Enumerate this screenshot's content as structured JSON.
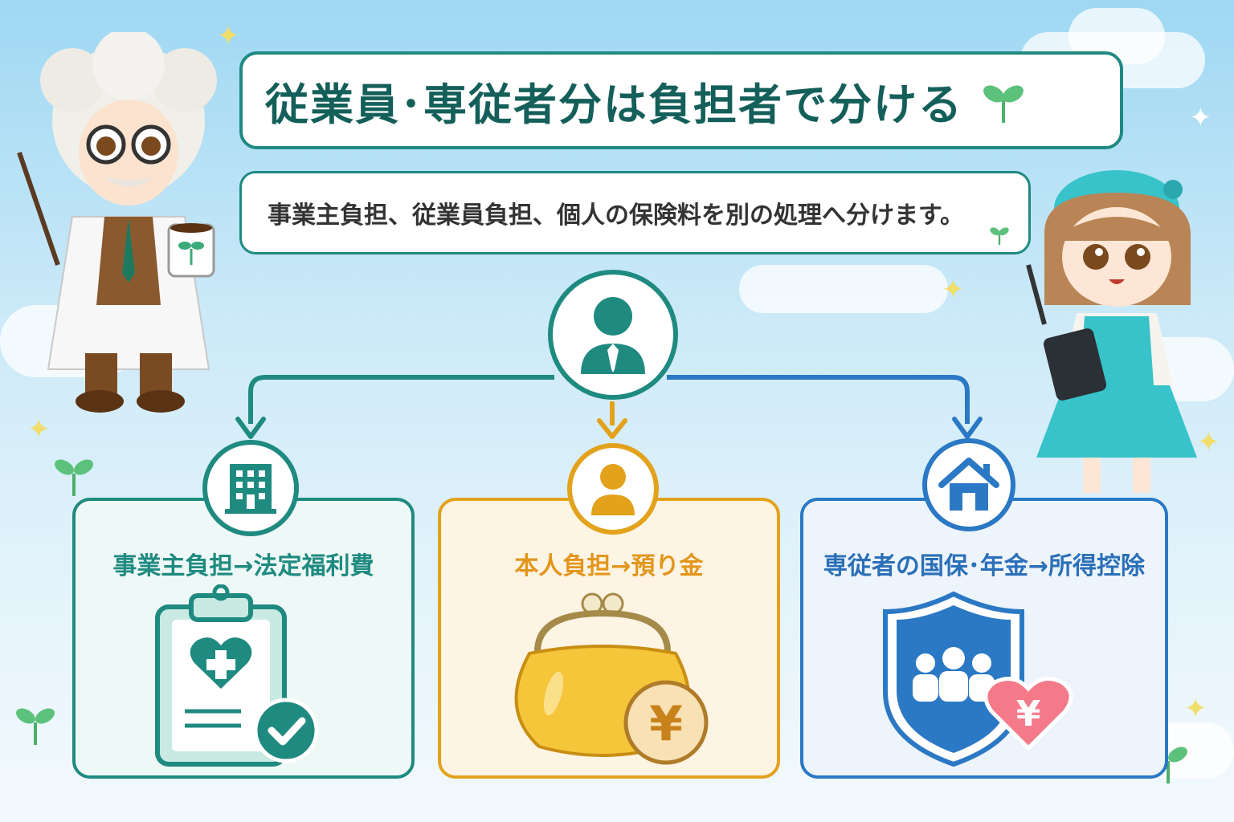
{
  "title": "従業員･専従者分は負担者で分ける",
  "subtitle": "事業主負担、従業員負担、個人の保険料を別の処理へ分けます。",
  "branches": [
    {
      "label": "事業主負担→法定福利費",
      "color": "#1f8a80",
      "icon": "clipboard-health-check-icon"
    },
    {
      "label": "本人負担→預り金",
      "color": "#e3a21c",
      "icon": "coin-purse-yen-icon"
    },
    {
      "label": "専従者の国保･年金→所得控除",
      "color": "#2b78c4",
      "icon": "shield-family-yen-icon"
    }
  ],
  "colors": {
    "teal": "#1f8a80",
    "orange": "#e3a21c",
    "blue": "#2b78c4"
  }
}
